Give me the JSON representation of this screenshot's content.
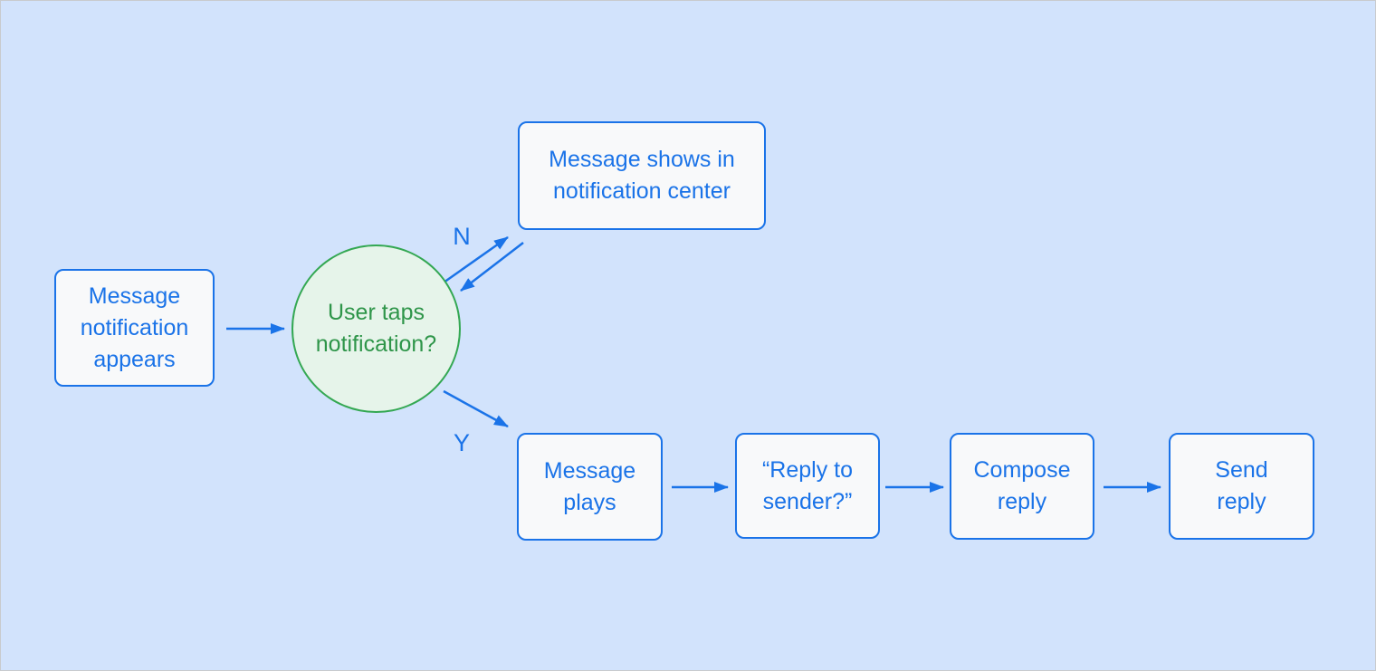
{
  "diagram": {
    "title": "message-notification-flowchart",
    "colors": {
      "background": "#D2E3FC",
      "process_fill": "#F8F9FA",
      "process_border": "#1A73E8",
      "process_text": "#1A73E8",
      "decision_fill": "#E6F4EA",
      "decision_border": "#34A853",
      "decision_text": "#2E9549",
      "arrow": "#1A73E8"
    },
    "nodes": {
      "start": {
        "label": "Message\nnotification\nappears",
        "shape": "rectangle"
      },
      "decision": {
        "label": "User taps\nnotification?",
        "shape": "circle"
      },
      "notification_center": {
        "label": "Message shows in\nnotification center",
        "shape": "rectangle"
      },
      "message_plays": {
        "label": "Message\nplays",
        "shape": "rectangle"
      },
      "reply_to_sender": {
        "label": "“Reply to\nsender?”",
        "shape": "rectangle"
      },
      "compose_reply": {
        "label": "Compose\nreply",
        "shape": "rectangle"
      },
      "send_reply": {
        "label": "Send\nreply",
        "shape": "rectangle"
      }
    },
    "edges": [
      {
        "from": "start",
        "to": "decision",
        "label": ""
      },
      {
        "from": "decision",
        "to": "notification_center",
        "label": "N"
      },
      {
        "from": "notification_center",
        "to": "decision",
        "label": ""
      },
      {
        "from": "decision",
        "to": "message_plays",
        "label": "Y"
      },
      {
        "from": "message_plays",
        "to": "reply_to_sender",
        "label": ""
      },
      {
        "from": "reply_to_sender",
        "to": "compose_reply",
        "label": ""
      },
      {
        "from": "compose_reply",
        "to": "send_reply",
        "label": ""
      }
    ]
  }
}
